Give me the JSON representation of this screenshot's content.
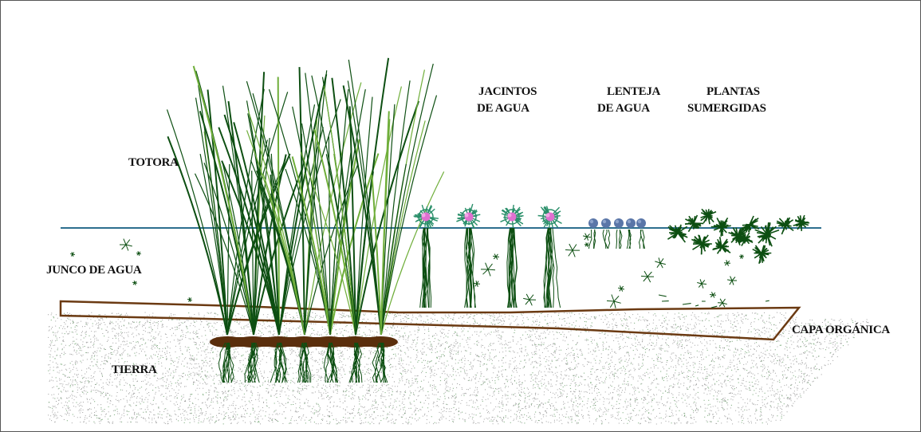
{
  "labels": {
    "totora": "TOTORA",
    "junco": "JUNCO DE AGUA",
    "tierra": "TIERRA",
    "jacintos_1": "JACINTOS",
    "jacintos_2": "DE AGUA",
    "lenteja_1": "LENTEJA",
    "lenteja_2": "DE AGUA",
    "sumergidas_1": "PLANTAS",
    "sumergidas_2": "SUMERGIDAS",
    "capa": "CAPA ORGÁNICA"
  },
  "colors": {
    "water_line": "#2d6f8e",
    "organic_layer": "#6b3a12",
    "soil_speckle": "#8a8a8a",
    "plant_dark": "#0d4f12",
    "plant_light": "#6fae3a",
    "hyacinth_leaf": "#2a8f6a",
    "hyacinth_flower": "#e070d0",
    "duckweed": "#5a76a8",
    "root_mat": "#5a2e0c"
  }
}
